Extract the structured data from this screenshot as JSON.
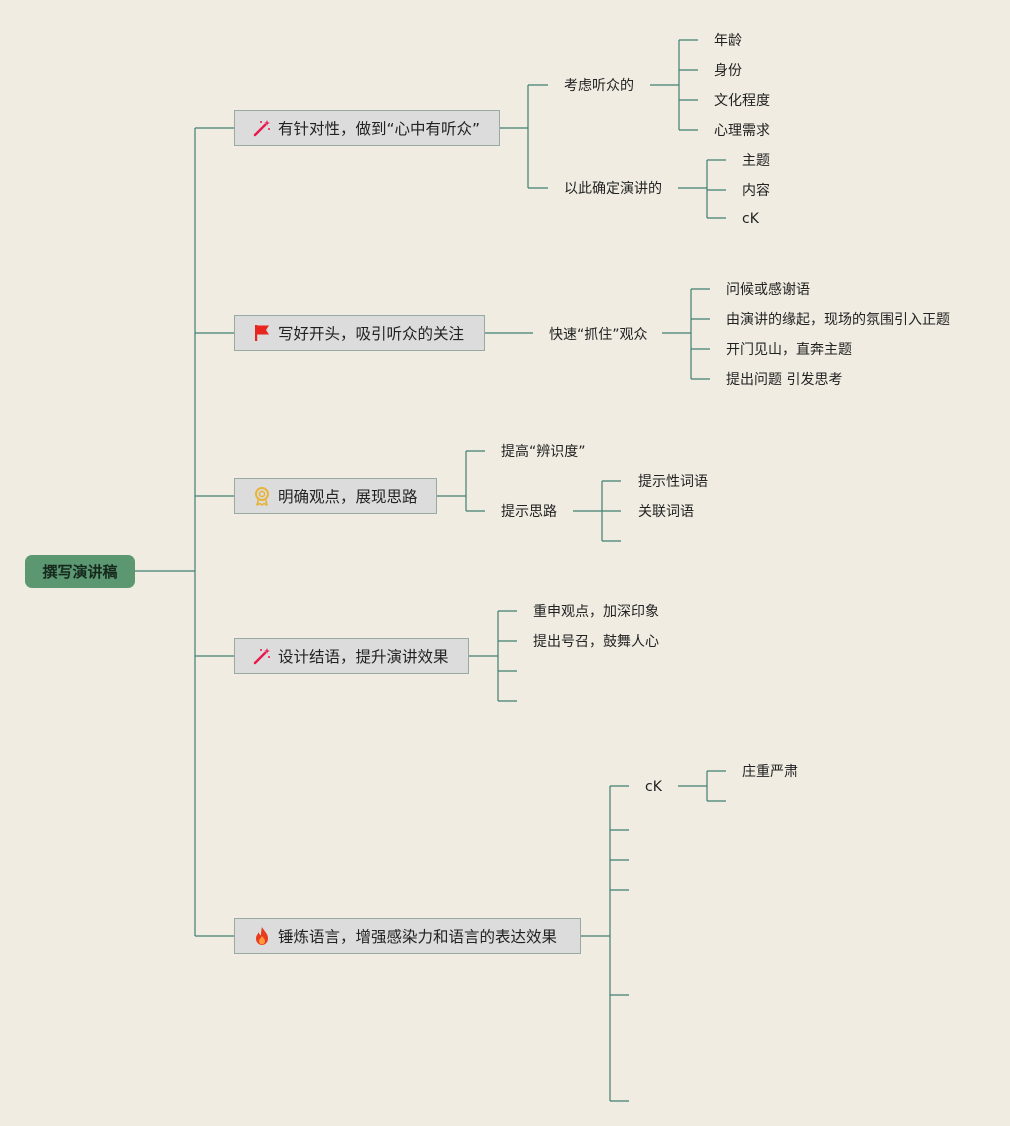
{
  "root": {
    "label": "撰写演讲稿"
  },
  "topics": [
    {
      "label": "有针对性，做到“心中有听众”",
      "icon": "magic-wand-icon",
      "children": [
        {
          "label": "考虑听众的",
          "children": [
            "年龄",
            "身份",
            "文化程度",
            "心理需求"
          ]
        },
        {
          "label": "以此确定演讲的",
          "children": [
            "主题",
            "内容",
            "cK"
          ]
        }
      ]
    },
    {
      "label": "写好开头，吸引听众的关注",
      "icon": "red-flag-icon",
      "children": [
        {
          "label": "快速“抓住”观众",
          "children": [
            "问候或感谢语",
            "由演讲的缘起，现场的氛围引入正题",
            "开门见山，直奔主题",
            "提出问题 引发思考"
          ]
        }
      ]
    },
    {
      "label": "明确观点，展现思路",
      "icon": "medal-icon",
      "children": [
        {
          "label": "提高“辨识度”",
          "children": []
        },
        {
          "label": "提示思路",
          "children": [
            "提示性词语",
            "关联词语",
            ""
          ]
        }
      ]
    },
    {
      "label": "设计结语，提升演讲效果",
      "icon": "magic-wand-icon",
      "children": [
        {
          "label": "重申观点，加深印象",
          "children": []
        },
        {
          "label": "提出号召，鼓舞人心",
          "children": []
        },
        {
          "label": "",
          "children": []
        },
        {
          "label": "",
          "children": []
        }
      ]
    },
    {
      "label": "锤炼语言，增强感染力和语言的表达效果",
      "icon": "fire-icon",
      "children": [
        {
          "label": "cK",
          "children": [
            "庄重严肃",
            ""
          ]
        },
        {
          "label": "",
          "children": []
        },
        {
          "label": "",
          "children": []
        },
        {
          "label": "",
          "children": []
        },
        {
          "label": "",
          "children": []
        },
        {
          "label": "",
          "children": []
        }
      ]
    }
  ],
  "colors": {
    "connector": "#3f8070",
    "root_fill": "#5b9872",
    "topic_fill": "#dcdcdc",
    "background": "#f0ece2"
  }
}
